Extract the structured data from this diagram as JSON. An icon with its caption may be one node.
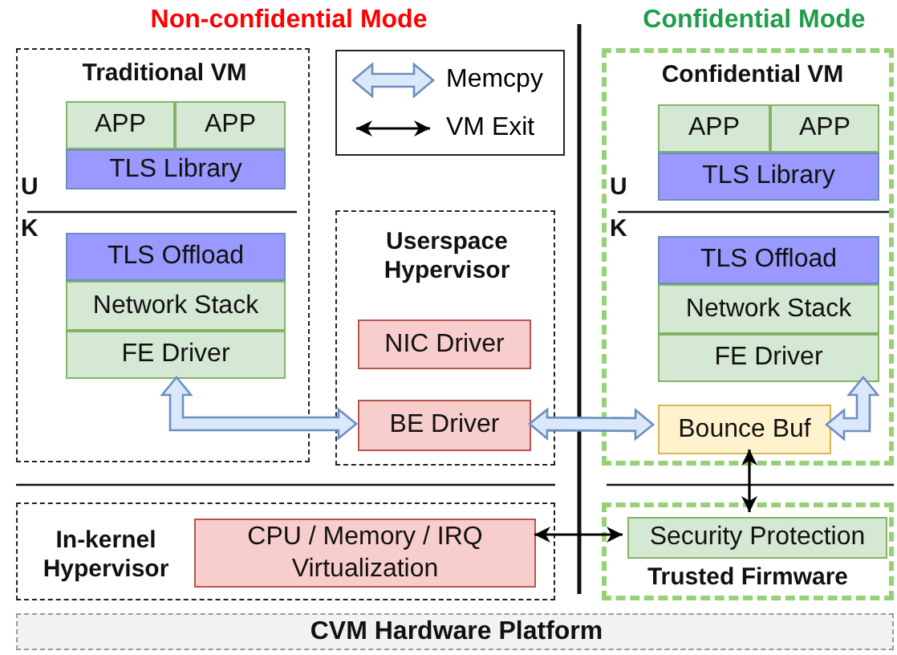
{
  "diagram": {
    "nodes": [
      {
        "text": [
          "Traditional VM"
        ]
      },
      {
        "text": [
          "APP"
        ],
        "in": 0
      },
      {
        "text": [
          "APP"
        ],
        "in": 0
      },
      {
        "text": [
          "TLS Library"
        ],
        "in": 0
      },
      {
        "text": [
          "TLS Offload"
        ],
        "in": 0
      },
      {
        "text": [
          "Network Stack"
        ],
        "in": 0
      },
      {
        "text": [
          "FE Driver"
        ],
        "in": 0
      },
      {
        "text": [
          "Userspace Hypervisor"
        ]
      },
      {
        "text": [
          "NIC Driver"
        ],
        "in": 7
      },
      {
        "text": [
          "BE Driver"
        ],
        "in": 7
      },
      {
        "text": [
          "Confidential VM"
        ]
      },
      {
        "text": [
          "APP"
        ],
        "in": 10
      },
      {
        "text": [
          "APP"
        ],
        "in": 10
      },
      {
        "text": [
          "TLS Library"
        ],
        "in": 10
      },
      {
        "text": [
          "TLS Offload"
        ],
        "in": 10
      },
      {
        "text": [
          "Network Stack"
        ],
        "in": 10
      },
      {
        "text": [
          "FE Driver"
        ],
        "in": 10
      },
      {
        "text": [
          "Bounce Buf"
        ],
        "in": 10
      },
      {
        "text": [
          "In-kernel Hypervisor"
        ]
      },
      {
        "text": [
          "CPU / Memory / IRQ Virtualization"
        ],
        "in": 18
      },
      {
        "text": [
          "Trusted Firmware"
        ]
      },
      {
        "text": [
          "Security Protection"
        ],
        "in": 20
      },
      {
        "text": [
          "CVM Hardware Platform"
        ]
      }
    ],
    "edges": [
      {
        "from": 6,
        "to": 9,
        "arrow": "both",
        "style": "thick"
      },
      {
        "from": 9,
        "to": 17,
        "arrow": "both",
        "style": "thick"
      },
      {
        "from": 17,
        "to": 16,
        "arrow": "both",
        "style": "thick"
      },
      {
        "from": 17,
        "to": 21,
        "arrow": "both",
        "color": "#000000"
      },
      {
        "from": 19,
        "to": 21,
        "arrow": "both",
        "color": "#000000"
      }
    ],
    "labels": [
      "Non-confidential Mode",
      "Confidential Mode",
      "U",
      "K",
      "U",
      "K"
    ],
    "legend": [
      {
        "text": "Memcpy"
      },
      {
        "text": "VM Exit"
      }
    ]
  }
}
